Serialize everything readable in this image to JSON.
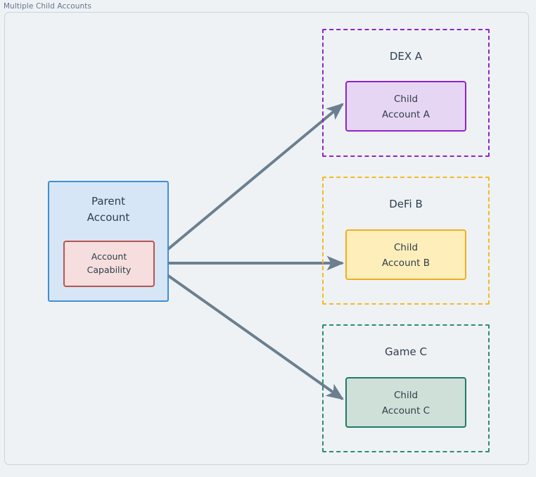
{
  "diagram": {
    "title": "Multiple Child Accounts",
    "frame_border_color": "#c9d4de",
    "background_color": "#eef2f5"
  },
  "parent": {
    "label": "Parent\nAccount",
    "fill_color": "#d6e6f7",
    "border_color": "#3f8fd4",
    "capability": {
      "label": "Account\nCapability",
      "fill_color": "#f5dedd",
      "border_color": "#b85450"
    }
  },
  "platforms": [
    {
      "name": "DEX A",
      "accent_color": "#8e24c9",
      "child": {
        "label": "Child\nAccount A",
        "fill_color": "#e7d6f3",
        "border_color": "#8e24c9"
      }
    },
    {
      "name": "DeFi B",
      "accent_color": "#f5b923",
      "child": {
        "label": "Child\nAccount B",
        "fill_color": "#fdeeba",
        "border_color": "#f0ad22"
      }
    },
    {
      "name": "Game C",
      "accent_color": "#2e8b74",
      "child": {
        "label": "Child\nAccount C",
        "fill_color": "#cfe0d8",
        "border_color": "#1f7a68"
      }
    }
  ],
  "connections": {
    "color": "#6b7f90",
    "edges": [
      {
        "from": "Account Capability",
        "to": "Child Account A"
      },
      {
        "from": "Account Capability",
        "to": "Child Account B"
      },
      {
        "from": "Account Capability",
        "to": "Child Account C"
      }
    ]
  }
}
